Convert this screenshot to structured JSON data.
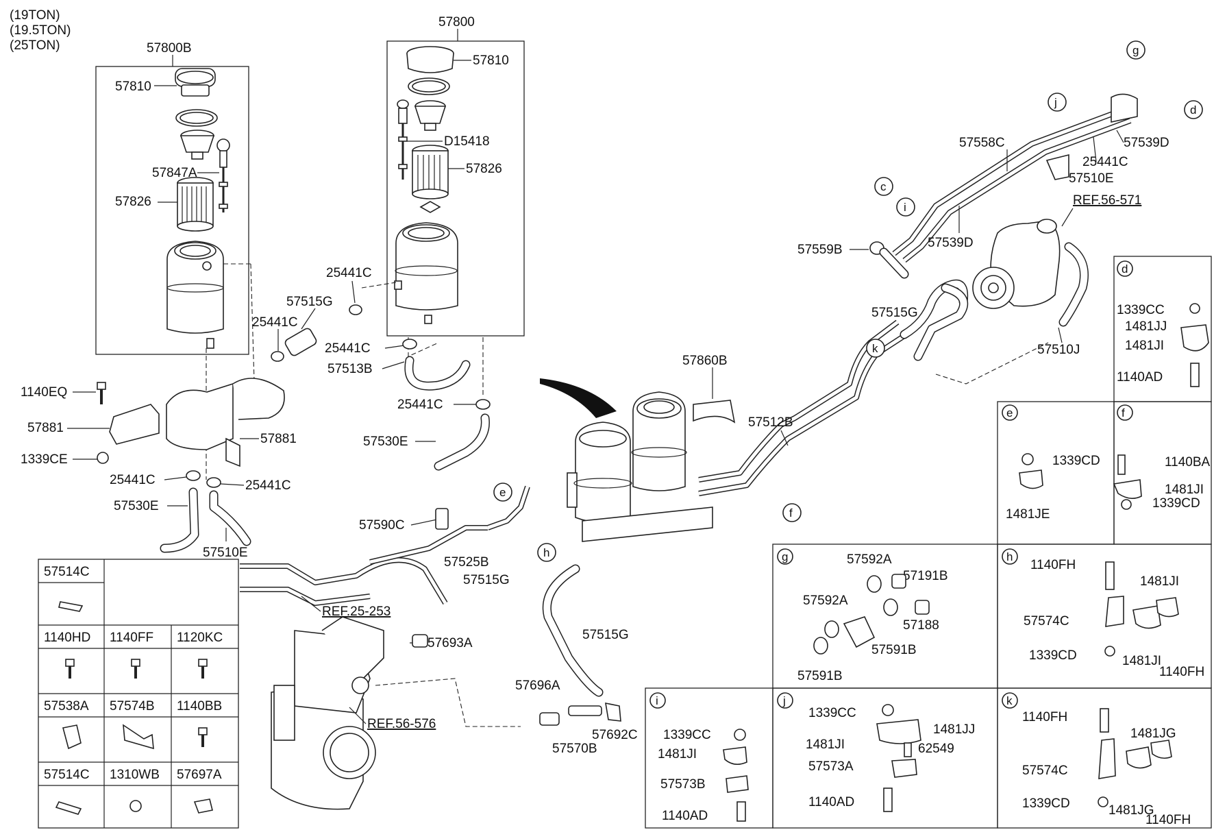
{
  "header": {
    "variants": [
      "(19TON)",
      "(19.5TON)",
      "(25TON)"
    ]
  },
  "callouts": {
    "c57800B": "57800B",
    "c57800": "57800",
    "c57810_l": "57810",
    "c57810_r": "57810",
    "c57847A": "57847A",
    "c57826_l": "57826",
    "c57826_r": "57826",
    "cD15418": "D15418",
    "c25441C_a": "25441C",
    "c25441C_b": "25441C",
    "c25441C_c": "25441C",
    "c25441C_d": "25441C",
    "c25441C_e": "25441C",
    "c25441C_f": "25441C",
    "c25441C_g": "25441C",
    "c57515G_a": "57515G",
    "c57515G_b": "57515G",
    "c57515G_c": "57515G",
    "c57515G_d": "57515G",
    "c57513B": "57513B",
    "c57530E_a": "57530E",
    "c57530E_b": "57530E",
    "c1140EQ": "1140EQ",
    "c57881_a": "57881",
    "c57881_b": "57881",
    "c1339CE": "1339CE",
    "c57510E_a": "57510E",
    "c57510E_b": "57510E",
    "c57860B": "57860B",
    "c57558C": "57558C",
    "c57539D_a": "57539D",
    "c57539D_b": "57539D",
    "c57559B": "57559B",
    "cREF56571": "REF.56-571",
    "c57510J": "57510J",
    "c57512B": "57512B",
    "c57590C": "57590C",
    "c57525B": "57525B",
    "cREF25253": "REF.25-253",
    "c57693A": "57693A",
    "cREF56576": "REF.56-576",
    "c57696A": "57696A",
    "c57570B": "57570B",
    "c57692C": "57692C"
  },
  "circles": {
    "g": "g",
    "j": "j",
    "d": "d",
    "c": "c",
    "i": "i",
    "k": "k",
    "f": "f",
    "e": "e",
    "h": "h"
  },
  "table": {
    "rows": [
      {
        "cells": [
          "57514C"
        ]
      },
      {
        "cells": [
          "1140HD",
          "1140FF",
          "1120KC"
        ]
      },
      {
        "cells": [
          "57538A",
          "57574B",
          "1140BB"
        ]
      },
      {
        "cells": [
          "57514C",
          "1310WB",
          "57697A"
        ]
      }
    ]
  },
  "panels": {
    "d": {
      "key": "d",
      "labels": [
        "1339CC",
        "1481JJ",
        "1481JI",
        "1140AD"
      ]
    },
    "e": {
      "key": "e",
      "labels": [
        "1339CD",
        "1481JE"
      ]
    },
    "f": {
      "key": "f",
      "labels": [
        "1140BA",
        "1481JI",
        "1339CD"
      ]
    },
    "g": {
      "key": "g",
      "labels": [
        "57592A",
        "57191B",
        "57592A",
        "57188",
        "57591B",
        "57591B"
      ]
    },
    "h": {
      "key": "h",
      "labels": [
        "1140FH",
        "1481JI",
        "57574C",
        "1339CD",
        "1481JI",
        "1140FH"
      ]
    },
    "i": {
      "key": "i",
      "labels": [
        "1339CC",
        "1481JI",
        "57573B",
        "1140AD"
      ]
    },
    "j": {
      "key": "j",
      "labels": [
        "1339CC",
        "1481JJ",
        "1481JI",
        "62549",
        "57573A",
        "1140AD"
      ]
    },
    "k": {
      "key": "k",
      "labels": [
        "1140FH",
        "1481JG",
        "57574C",
        "1339CD",
        "1481JG",
        "1140FH"
      ]
    }
  }
}
